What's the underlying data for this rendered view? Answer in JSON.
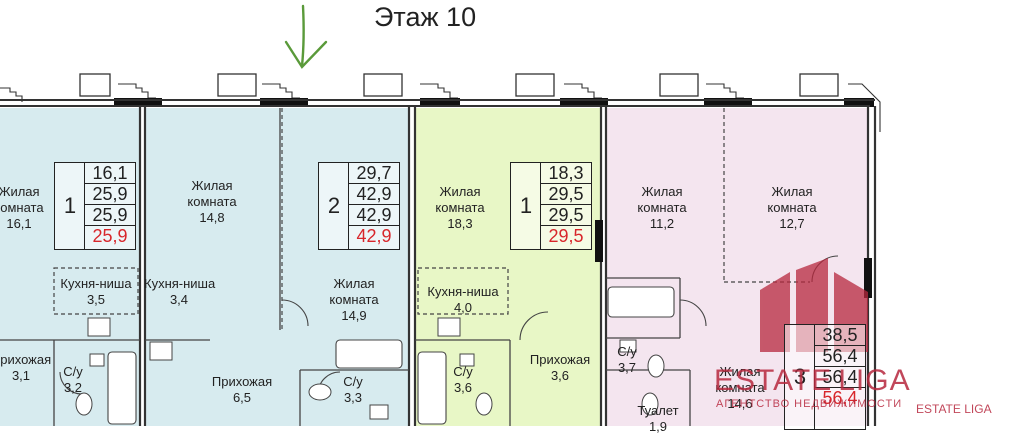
{
  "title": "Этаж 10",
  "colors": {
    "apt1_fill": "#d7ebef",
    "apt2_fill": "#d7ebef",
    "apt3_fill": "#e8f7c6",
    "apt4_fill": "#f4e5ef",
    "accent_red": "#d8262b",
    "watermark": "#b7283e",
    "arrow": "#5a9a3a"
  },
  "rooms": {
    "a1_living": {
      "name": "Жилая\nкомната",
      "area": "16,1"
    },
    "a1_kitchen": {
      "name": "Кухня-ниша",
      "area": "3,5"
    },
    "a1_hall": {
      "name": "Прихожая",
      "area": "3,1"
    },
    "a1_wc": {
      "name": "С/у",
      "area": "3,2"
    },
    "a2_living1": {
      "name": "Жилая\nкомната",
      "area": "14,8"
    },
    "a2_kitchen": {
      "name": "Кухня-ниша",
      "area": "3,4"
    },
    "a2_living2": {
      "name": "Жилая\nкомната",
      "area": "14,9"
    },
    "a2_hall": {
      "name": "Прихожая",
      "area": "6,5"
    },
    "a2_wc": {
      "name": "С/у",
      "area": "3,3"
    },
    "a3_living": {
      "name": "Жилая\nкомната",
      "area": "18,3"
    },
    "a3_kitchen": {
      "name": "Кухня-ниша",
      "area": "4,0"
    },
    "a3_wc": {
      "name": "С/у",
      "area": "3,6"
    },
    "a3_hall": {
      "name": "Прихожая",
      "area": "3,6"
    },
    "a4_living1": {
      "name": "Жилая\nкомната",
      "area": "11,2"
    },
    "a4_living2": {
      "name": "Жилая\nкомната",
      "area": "12,7"
    },
    "a4_wc": {
      "name": "С/у",
      "area": "3,7"
    },
    "a4_living3": {
      "name": "Жилая\nкомната",
      "area": "14,6"
    },
    "a4_toilet": {
      "name": "Туалет",
      "area": "1,9"
    }
  },
  "badges": [
    {
      "rooms": "1",
      "values": [
        "16,1",
        "25,9",
        "25,9",
        "25,9"
      ]
    },
    {
      "rooms": "2",
      "values": [
        "29,7",
        "42,9",
        "42,9",
        "42,9"
      ]
    },
    {
      "rooms": "1",
      "values": [
        "18,3",
        "29,5",
        "29,5",
        "29,5"
      ]
    },
    {
      "rooms": "3",
      "values": [
        "38,5",
        "56,4",
        "56,4",
        "56,4"
      ]
    }
  ],
  "watermark": {
    "brand_left": "ESTATE",
    "brand_right": "LIGA",
    "tagline": "АГЕНТСТВО НЕДВИЖИМОСТИ",
    "small": "ESTATE LIGA"
  }
}
